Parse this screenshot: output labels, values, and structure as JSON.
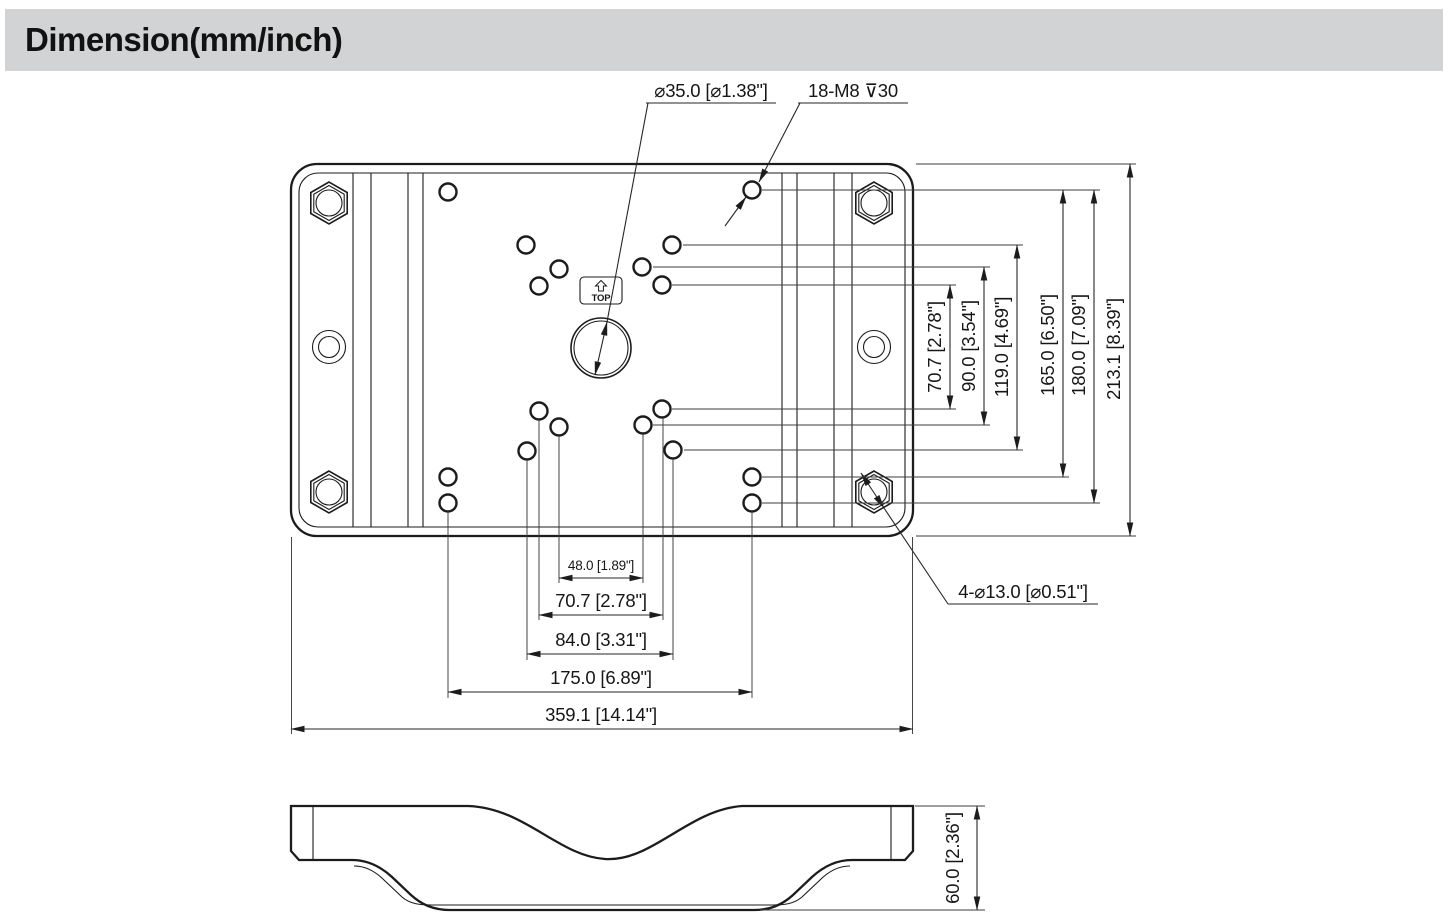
{
  "title": "Dimension(mm/inch)",
  "colors": {
    "header_bg": "#d1d3d4",
    "line": "#1c1c1c",
    "background": "#ffffff"
  },
  "top_view": {
    "top_marker": "TOP",
    "callouts": {
      "center_hole_dia": "⌀35.0 [⌀1.38\"]",
      "thread_spec": "18-M8 ⊽30",
      "corner_hole_dia": "4-⌀13.0 [⌀0.51\"]"
    },
    "width_dims": [
      "48.0 [1.89\"]",
      "70.7 [2.78\"]",
      "84.0 [3.31\"]",
      "175.0 [6.89\"]",
      "359.1 [14.14\"]"
    ],
    "height_dims": [
      "70.7 [2.78\"]",
      "90.0 [3.54\"]",
      "119.0 [4.69\"]",
      "165.0 [6.50\"]",
      "180.0 [7.09\"]",
      "213.1 [8.39\"]"
    ]
  },
  "side_view": {
    "height_dim": "60.0 [2.36\"]"
  }
}
